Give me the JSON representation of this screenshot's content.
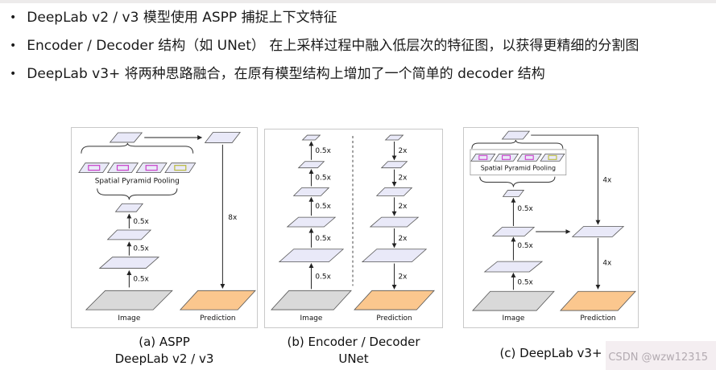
{
  "bullet_char": "•",
  "bullets": [
    "DeepLab v2 / v3 模型使用 ASPP 捕捉上下文特征",
    "Encoder / Decoder 结构（如 UNet） 在上采样过程中融入低层次的特征图，以获得更精细的分割图",
    "DeepLab v3+ 将两种思路融合，在原有模型结构上增加了一个简单的 decoder 结构"
  ],
  "panel_a": {
    "spp_label": "Spatial Pyramid Pooling",
    "downsample_labels": [
      "0.5x",
      "0.5x",
      "0.5x"
    ],
    "upsample_label": "8x",
    "image_label": "Image",
    "prediction_label": "Prediction",
    "caption_line1": "(a) ASPP",
    "caption_line2": "DeepLab v2 / v3"
  },
  "panel_b": {
    "encoder_labels": [
      "0.5x",
      "0.5x",
      "0.5x",
      "0.5x",
      "0.5x"
    ],
    "decoder_labels": [
      "2x",
      "2x",
      "2x",
      "2x",
      "2x"
    ],
    "image_label": "Image",
    "prediction_label": "Prediction",
    "caption_line1": "(b) Encoder / Decoder",
    "caption_line2": "UNet"
  },
  "panel_c": {
    "spp_label": "Spatial Pyramid Pooling",
    "downsample_labels": [
      "0.5x",
      "0.5x",
      "0.5x"
    ],
    "upsample_labels": [
      "4x",
      "4x"
    ],
    "image_label": "Image",
    "prediction_label": "Prediction",
    "caption": "(c) DeepLab v3+"
  },
  "watermark": "CSDN @wzw12315",
  "colors": {
    "feature_map": "#e9e9f8",
    "image_fill": "#d9d9d9",
    "prediction_fill": "#fbc78e",
    "spp_branch_accents": [
      "#c93fc9",
      "#c93fc9",
      "#c93fc9",
      "#b9b93a"
    ]
  }
}
